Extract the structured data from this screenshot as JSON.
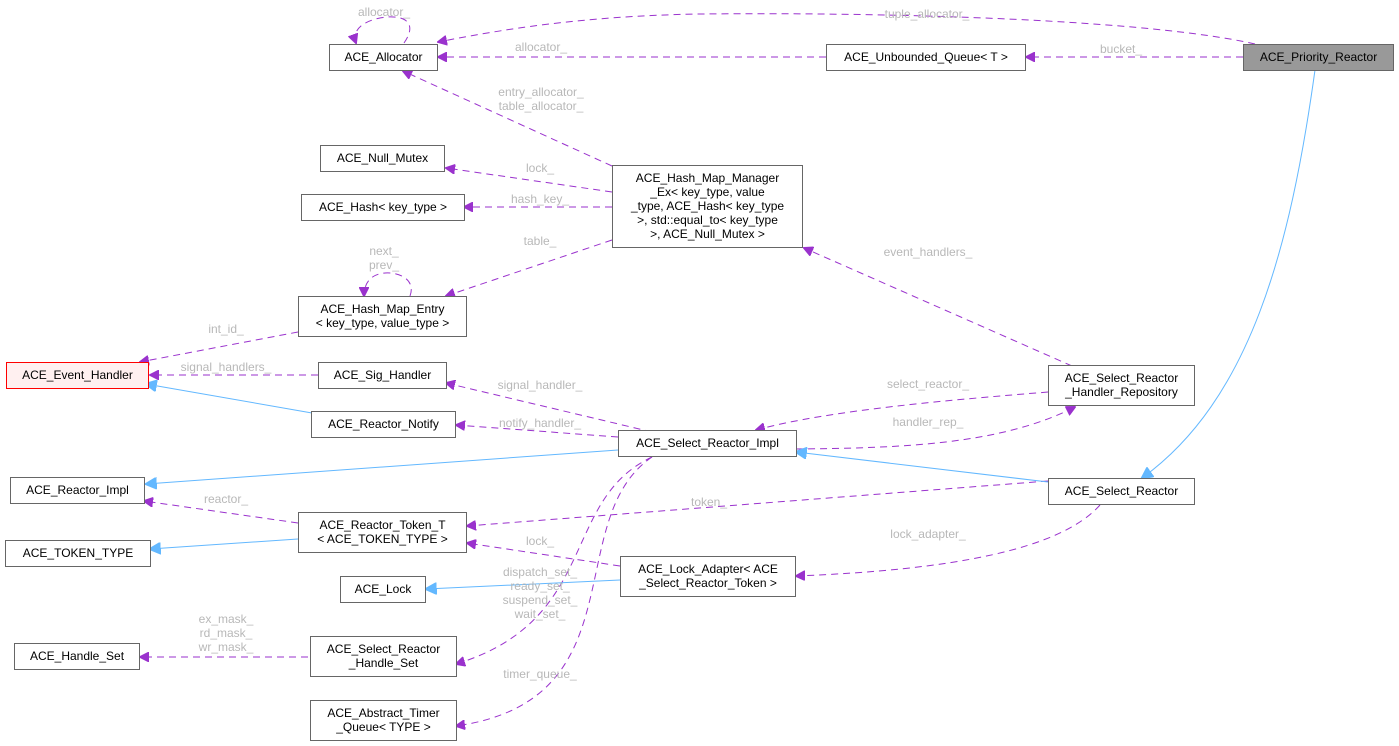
{
  "diagram": {
    "title": "ACE_Priority_Reactor collaboration graph",
    "colors": {
      "usage_edge": "#9a32cd",
      "inherit_edge": "#63b8ff",
      "label_text": "#b8b8b8",
      "root_fill": "#999999",
      "highlight_border": "#ff0000",
      "highlight_fill": "#fff0f0"
    },
    "nodes": {
      "priority_reactor": [
        "ACE_Priority_Reactor"
      ],
      "allocator": [
        "ACE_Allocator"
      ],
      "unbounded_queue": [
        "ACE_Unbounded_Queue< T >"
      ],
      "null_mutex": [
        "ACE_Null_Mutex"
      ],
      "hash": [
        "ACE_Hash< key_type >"
      ],
      "hash_map_manager": [
        "ACE_Hash_Map_Manager",
        "_Ex< key_type, value",
        "_type, ACE_Hash< key_type",
        ">, std::equal_to< key_type",
        ">, ACE_Null_Mutex >"
      ],
      "hash_map_entry": [
        "ACE_Hash_Map_Entry",
        "< key_type, value_type >"
      ],
      "event_handler": [
        "ACE_Event_Handler"
      ],
      "sig_handler": [
        "ACE_Sig_Handler"
      ],
      "reactor_notify": [
        "ACE_Reactor_Notify"
      ],
      "select_reactor_impl": [
        "ACE_Select_Reactor_Impl"
      ],
      "handler_repository": [
        "ACE_Select_Reactor",
        "_Handler_Repository"
      ],
      "reactor_impl": [
        "ACE_Reactor_Impl"
      ],
      "reactor_token": [
        "ACE_Reactor_Token_T",
        "< ACE_TOKEN_TYPE >"
      ],
      "select_reactor": [
        "ACE_Select_Reactor"
      ],
      "token_type": [
        "ACE_TOKEN_TYPE"
      ],
      "lock": [
        "ACE_Lock"
      ],
      "lock_adapter": [
        "ACE_Lock_Adapter< ACE",
        "_Select_Reactor_Token >"
      ],
      "handle_set": [
        "ACE_Handle_Set"
      ],
      "select_handle_set": [
        "ACE_Select_Reactor",
        "_Handle_Set"
      ],
      "timer_queue": [
        "ACE_Abstract_Timer",
        "_Queue< TYPE >"
      ]
    },
    "edge_labels": {
      "allocator_self": [
        "allocator_"
      ],
      "tuple_allocator": [
        "tuple_allocator_"
      ],
      "allocator": [
        "allocator_"
      ],
      "bucket": [
        "bucket_"
      ],
      "entry_table_allocator": [
        "entry_allocator_",
        "table_allocator_"
      ],
      "lock_mutex": [
        "lock_"
      ],
      "hash_key": [
        "hash_key_"
      ],
      "table": [
        "table_"
      ],
      "next_prev": [
        "next_",
        "prev_"
      ],
      "int_id": [
        "int_id_"
      ],
      "signal_handlers": [
        "signal_handlers_"
      ],
      "event_handlers": [
        "event_handlers_"
      ],
      "signal_handler": [
        "signal_handler_"
      ],
      "select_reactor": [
        "select_reactor_"
      ],
      "notify_handler": [
        "notify_handler_"
      ],
      "handler_rep": [
        "handler_rep_"
      ],
      "reactor": [
        "reactor_"
      ],
      "token": [
        "token_"
      ],
      "lock_token": [
        "lock_"
      ],
      "lock_adapter": [
        "lock_adapter_"
      ],
      "sets": [
        "dispatch_set_",
        "ready_set_",
        "suspend_set_",
        "wait_set_"
      ],
      "masks": [
        "ex_mask_",
        "rd_mask_",
        "wr_mask_"
      ],
      "timer_queue": [
        "timer_queue_"
      ]
    }
  }
}
